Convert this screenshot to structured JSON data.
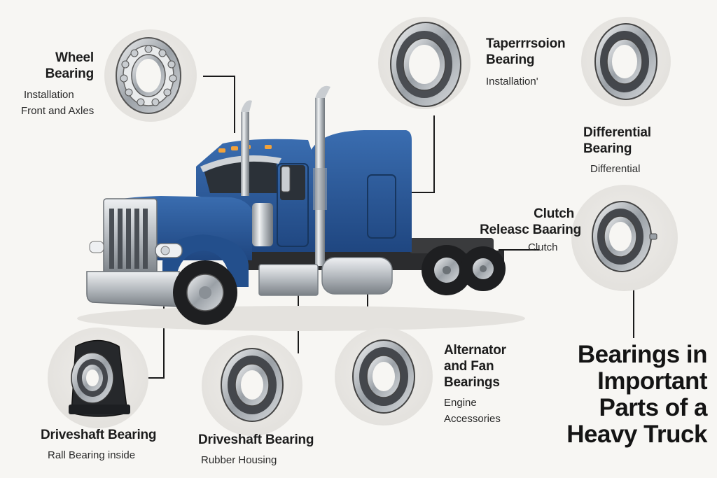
{
  "title_lines": [
    "Bearings in",
    "Important",
    "Parts of a",
    "Heavy Truck"
  ],
  "components": [
    {
      "key": "wheel",
      "title_lines": [
        "Wheel",
        "Bearing"
      ],
      "desc_lines": [
        "Installation",
        "Front and Axles"
      ],
      "icon": "deep-groove-ball-bearing-icon"
    },
    {
      "key": "taper",
      "title_lines": [
        "Taperrrsoion",
        "Bearing"
      ],
      "desc_lines": [
        "Installation'"
      ],
      "icon": "tapered-roller-bearing-icon"
    },
    {
      "key": "differential",
      "title_lines": [
        "Differential",
        "Bearing"
      ],
      "desc_lines": [
        "Differential"
      ],
      "icon": "differential-bearing-icon"
    },
    {
      "key": "clutch",
      "title_lines": [
        "Clutch",
        "Releasc Baaring"
      ],
      "desc_lines": [
        "Clutch"
      ],
      "icon": "clutch-release-bearing-icon"
    },
    {
      "key": "driveshaft1",
      "title_lines": [
        "Driveshaft Bearing"
      ],
      "desc_lines": [
        "Rall Bearing inside"
      ],
      "icon": "driveshaft-center-bearing-icon"
    },
    {
      "key": "driveshaft2",
      "title_lines": [
        "Driveshaft Bearing"
      ],
      "desc_lines": [
        "Rubber Housing"
      ],
      "icon": "sealed-ball-bearing-icon"
    },
    {
      "key": "alternator",
      "title_lines": [
        "Alternator",
        "and Fan",
        "Bearings"
      ],
      "desc_lines": [
        "Engine",
        "Accessories"
      ],
      "icon": "alternator-bearing-icon"
    }
  ],
  "colors": {
    "background": "#f7f6f3",
    "cab_blue": "#2d5d9c",
    "cab_blue_dark": "#1f4680",
    "chrome": "#c9cdd1",
    "circle_bg": "#e9e7e3",
    "leader_line": "#1a1a1a"
  }
}
